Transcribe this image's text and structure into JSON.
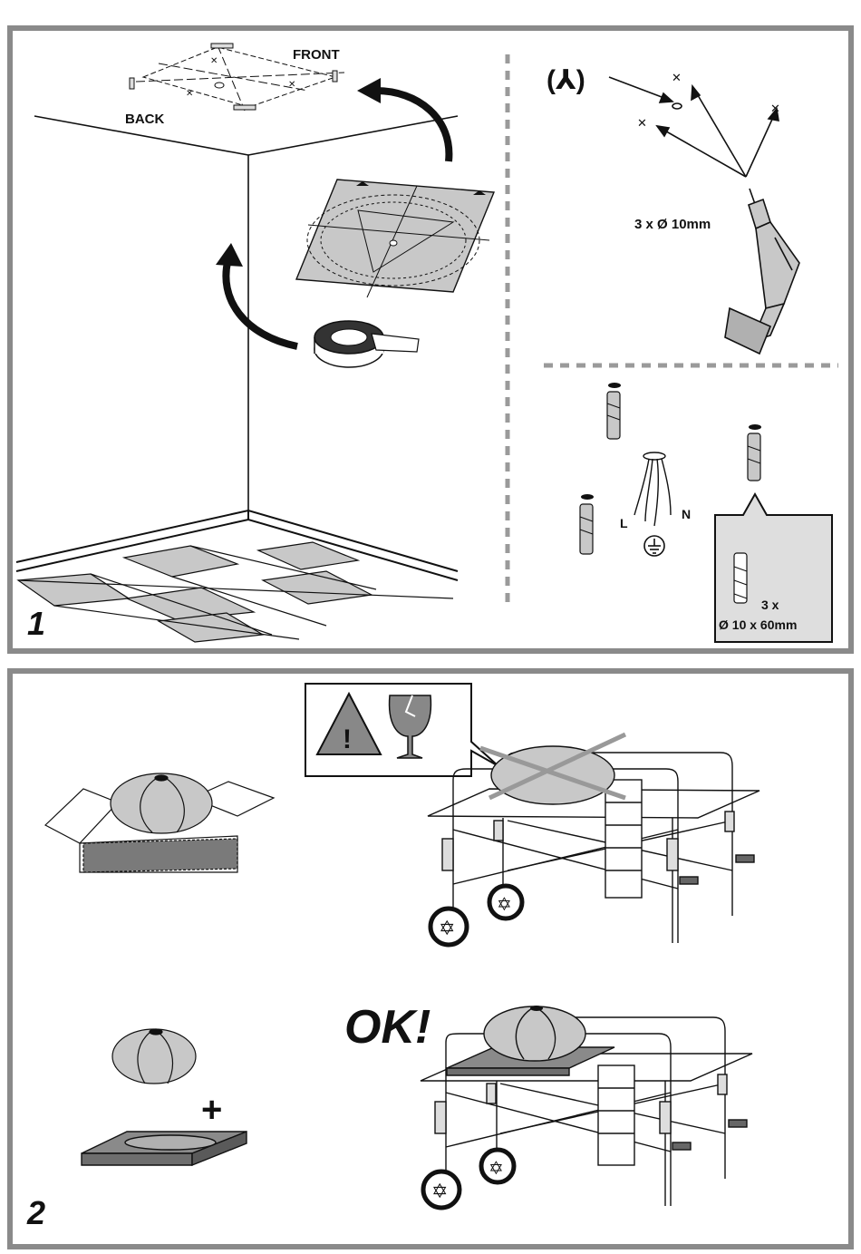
{
  "step1": {
    "number": "1",
    "label_front": "FRONT",
    "label_back": "BACK",
    "drill_spec": "3 x Ø 10mm",
    "symbol_bracket": "(⅄)",
    "wire_l": "L",
    "wire_n": "N",
    "anchor_count": "3 x",
    "anchor_size": "Ø 10 x 60mm"
  },
  "step2": {
    "number": "2",
    "ok_text": "OK!",
    "plus_sign": "+",
    "warning_mark": "!"
  },
  "colors": {
    "border": "#8a8a8a",
    "ink": "#111111",
    "shade": "#c8c8c8",
    "dark_shade": "#6e6e6e",
    "dash": "#9a9a9a"
  }
}
